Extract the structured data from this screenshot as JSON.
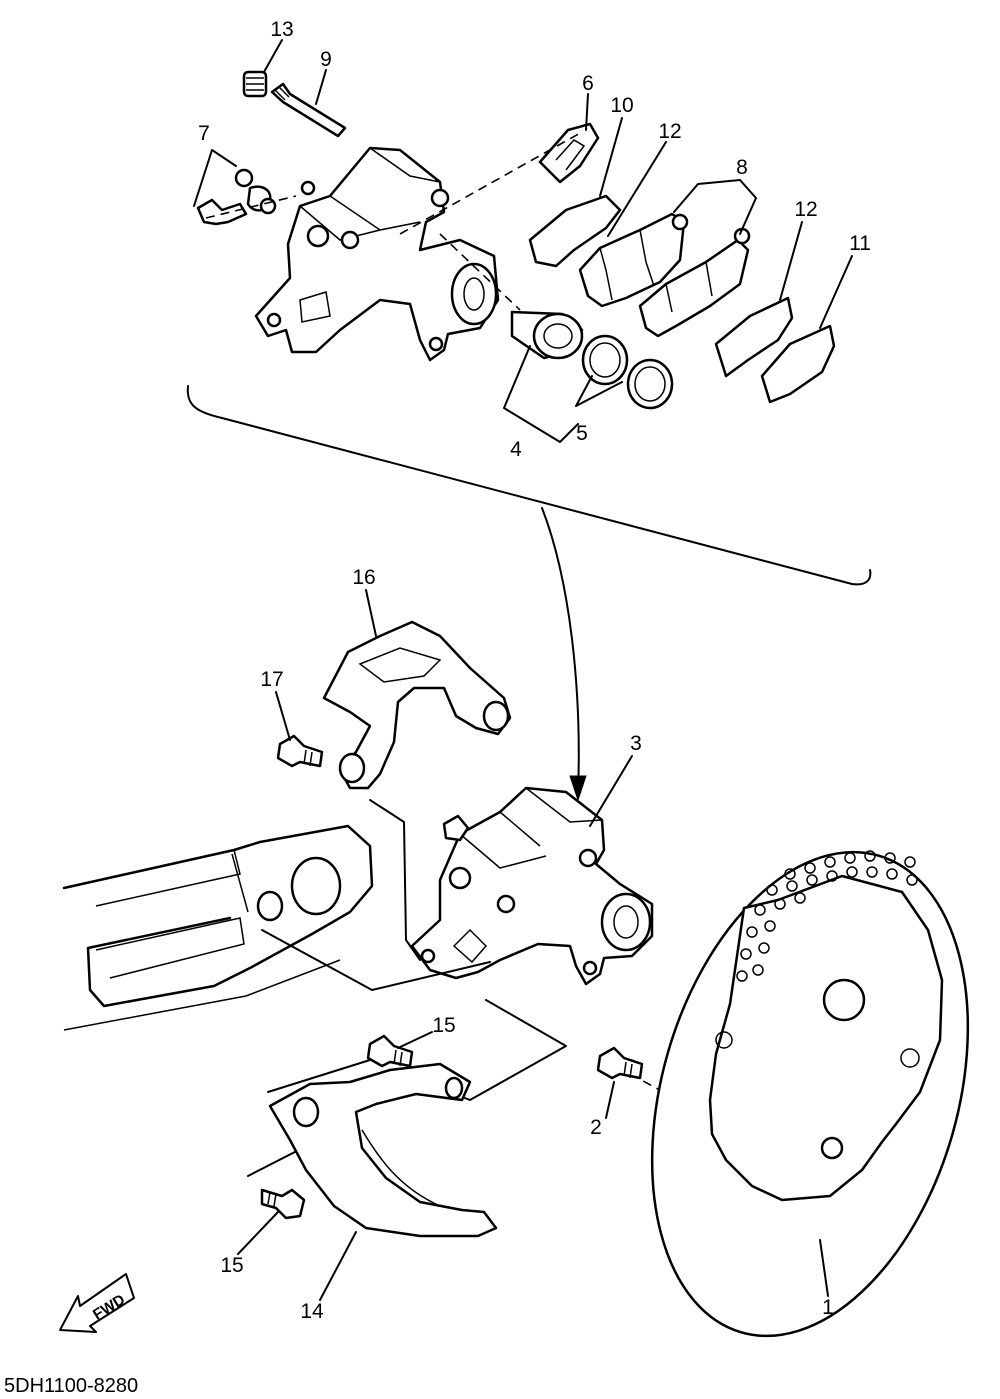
{
  "diagram": {
    "callouts": [
      "13",
      "9",
      "7",
      "6",
      "10",
      "12",
      "8",
      "12",
      "11",
      "4",
      "5",
      "16",
      "17",
      "3",
      "15",
      "2",
      "15",
      "14",
      "1"
    ],
    "fwd_label": "FWD",
    "part_code": "5DH1100-8280"
  }
}
